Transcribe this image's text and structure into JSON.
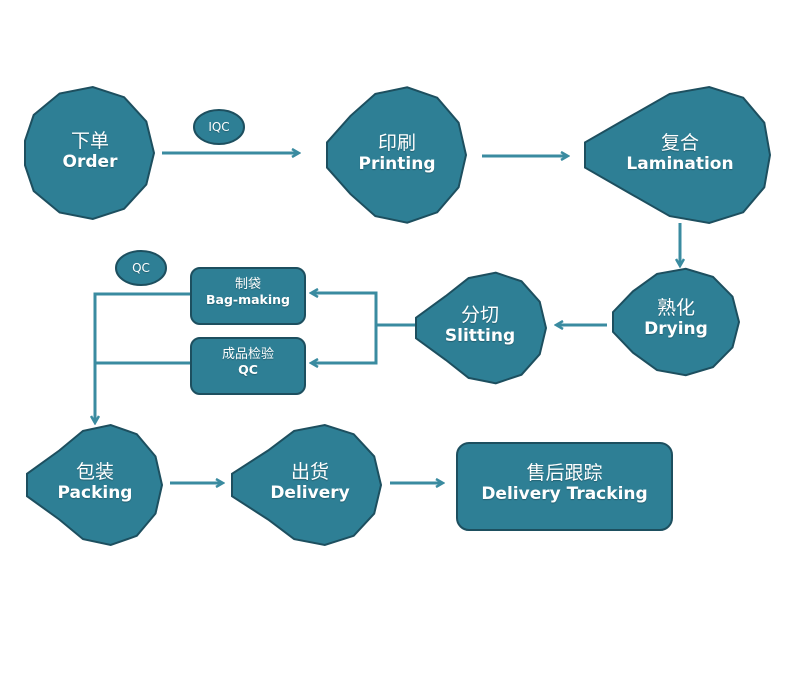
{
  "nodes": {
    "order": {
      "cn": "下单",
      "en": "Order"
    },
    "printing": {
      "cn": "印刷",
      "en": "Printing"
    },
    "lamination": {
      "cn": "复合",
      "en": "Lamination"
    },
    "drying": {
      "cn": "熟化",
      "en": "Drying"
    },
    "slitting": {
      "cn": "分切",
      "en": "Slitting"
    },
    "bagmaking": {
      "cn": "制袋",
      "en": "Bag-making"
    },
    "inspection": {
      "cn": "成品检验",
      "en": "QC"
    },
    "packing": {
      "cn": "包装",
      "en": "Packing"
    },
    "delivery": {
      "cn": "出货",
      "en": "Delivery"
    },
    "tracking": {
      "cn": "售后跟踪",
      "en": "Delivery Tracking"
    }
  },
  "tags": {
    "iqc": "IQC",
    "qc": "QC"
  },
  "colors": {
    "node_fill": "#2e7f95",
    "node_stroke": "#1d4f5f",
    "arrow": "#3a8ba0"
  }
}
